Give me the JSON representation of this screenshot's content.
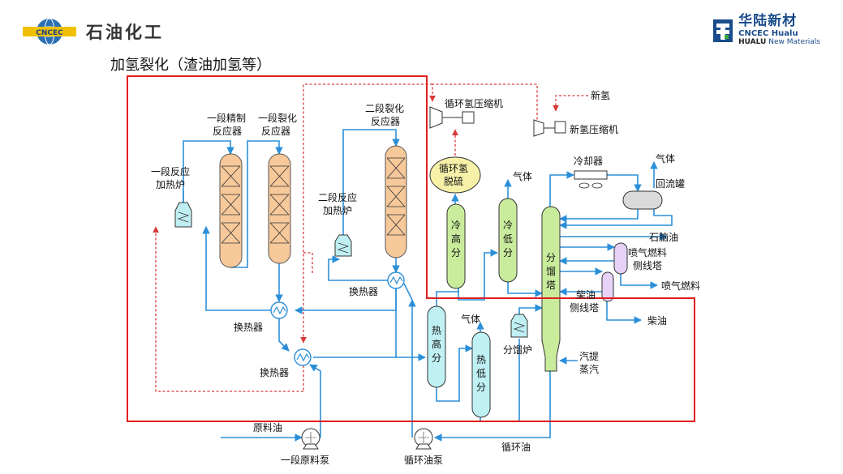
{
  "header": {
    "left_logo_text": "CNCEC",
    "left_org_name": "石油化工",
    "right_brand_cn": "华陆新材",
    "right_brand_en1": "CNCEC Hualu",
    "right_brand_en2_a": "HUALU",
    "right_brand_en2_b": "New Materials"
  },
  "title": "加氢裂化（渣油加氢等）",
  "diagram": {
    "labels": {
      "recycle_h2_compressor": "循环氢压缩机",
      "new_h2": "新氢",
      "new_h2_compressor": "新氢压缩机",
      "stage1_refining_1": "一段精制",
      "stage1_refining_2": "反应器",
      "stage1_cracking_1": "一段裂化",
      "stage1_cracking_2": "反应器",
      "stage2_cracking_1": "二段裂化",
      "stage2_cracking_2": "反应器",
      "stage1_heater_1": "一段反应",
      "stage1_heater_2": "加热炉",
      "stage2_heater_1": "二段反应",
      "stage2_heater_2": "加热炉",
      "h2_desulf_1": "循环氢",
      "h2_desulf_2": "脱硫",
      "gas1": "气体",
      "gas2": "气体",
      "gas3": "气体",
      "cooler": "冷却器",
      "reflux_drum": "回流罐",
      "naphtha": "石脑油",
      "jet_col_1": "喷气燃料",
      "jet_col_2": "侧线塔",
      "jet_fuel": "喷气燃料",
      "diesel_col_1": "柴油",
      "diesel_col_2": "侧线塔",
      "diesel": "柴油",
      "cold_hp_sep": "冷高分",
      "cold_lp_sep": "冷低分",
      "fractionator": "分馏塔",
      "hot_hp_sep": "热高分",
      "hot_lp_sep": "热低分",
      "frac_heater": "分馏炉",
      "steam_1": "汽提",
      "steam_2": "蒸汽",
      "hx1": "换热器",
      "hx2": "换热器",
      "hx3": "换热器",
      "feed_oil": "原料油",
      "feed_pump": "一段原料泵",
      "recycle_pump": "循环油泵",
      "recycle_oil": "循环油"
    }
  },
  "colors": {
    "process_line": "#2b8fd8",
    "hydrogen_line": "#d83a3a",
    "highlight_box": "#e01e1e",
    "reactor_fill": "#f6c89a",
    "cold_separator_fill": "#c9ec9c",
    "hot_separator_fill": "#bff0f4",
    "side_column_fill": "#e6d2f6",
    "desulfurizer_fill": "#f7f1a8",
    "reflux_drum_fill": "#dadada"
  }
}
